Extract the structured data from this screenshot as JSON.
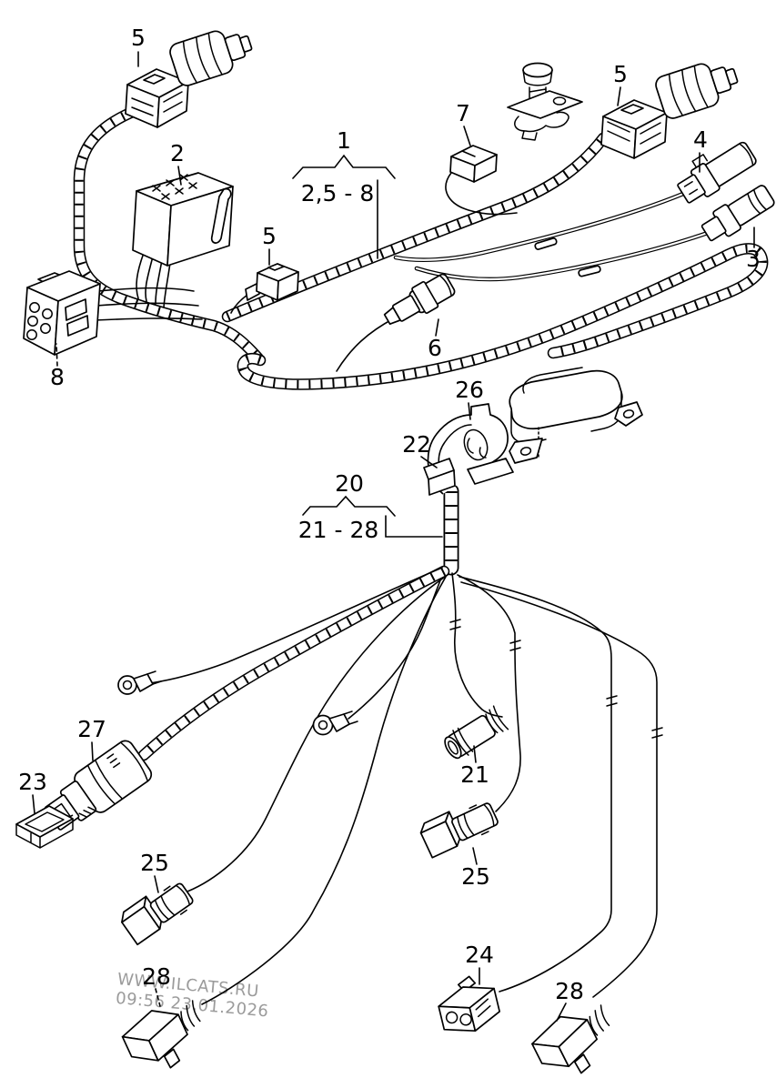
{
  "watermark": {
    "line1": "WWW.ILCATS.RU",
    "line2": "09:56 23.01.2026",
    "color": "#9b9b9b"
  },
  "colors": {
    "line": "#000000",
    "background": "#ffffff"
  },
  "group_callouts": [
    {
      "number": "1",
      "range": "2,5 - 8"
    },
    {
      "number": "20",
      "range": "21 - 28"
    }
  ],
  "part_callouts": [
    {
      "label": "5"
    },
    {
      "label": "2"
    },
    {
      "label": "7"
    },
    {
      "label": "5"
    },
    {
      "label": "4"
    },
    {
      "label": "3"
    },
    {
      "label": "5"
    },
    {
      "label": "6"
    },
    {
      "label": "8"
    },
    {
      "label": "26"
    },
    {
      "label": "22"
    },
    {
      "label": "27"
    },
    {
      "label": "23"
    },
    {
      "label": "25"
    },
    {
      "label": "28"
    },
    {
      "label": "21"
    },
    {
      "label": "25"
    },
    {
      "label": "24"
    },
    {
      "label": "28"
    }
  ]
}
